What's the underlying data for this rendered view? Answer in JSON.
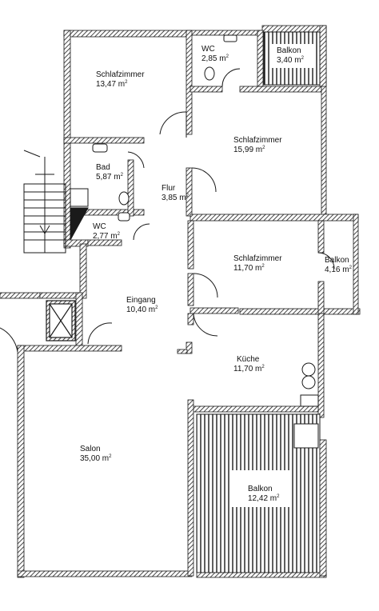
{
  "rooms": [
    {
      "id": "schlafzimmer-1",
      "name": "Schlafzimmer",
      "area": "13,47 m",
      "unit_sup": "2"
    },
    {
      "id": "wc-1",
      "name": "WC",
      "area": "2,85 m",
      "unit_sup": "2"
    },
    {
      "id": "balkon-1",
      "name": "Balkon",
      "area": "3,40 m",
      "unit_sup": "2"
    },
    {
      "id": "schlafzimmer-2",
      "name": "Schlafzimmer",
      "area": "15,99 m",
      "unit_sup": "2"
    },
    {
      "id": "bad",
      "name": "Bad",
      "area": "5,87 m",
      "unit_sup": "2"
    },
    {
      "id": "flur",
      "name": "Flur",
      "area": "3,85 m",
      "unit_sup": "2"
    },
    {
      "id": "wc-2",
      "name": "WC",
      "area": "2,77 m",
      "unit_sup": "2"
    },
    {
      "id": "schlafzimmer-3",
      "name": "Schlafzimmer",
      "area": "11,70 m",
      "unit_sup": "2"
    },
    {
      "id": "balkon-2",
      "name": "Balkon",
      "area": "4,16 m",
      "unit_sup": "2"
    },
    {
      "id": "eingang",
      "name": "Eingang",
      "area": "10,40 m",
      "unit_sup": "2"
    },
    {
      "id": "kueche",
      "name": "Küche",
      "area": "11,70 m",
      "unit_sup": "2"
    },
    {
      "id": "salon",
      "name": "Salon",
      "area": "35,00 m",
      "unit_sup": "2"
    },
    {
      "id": "balkon-3",
      "name": "Balkon",
      "area": "12,42 m",
      "unit_sup": "2"
    }
  ],
  "colors": {
    "wall": "#1a1a1a",
    "hatch": "#1a1a1a",
    "background": "#ffffff"
  }
}
